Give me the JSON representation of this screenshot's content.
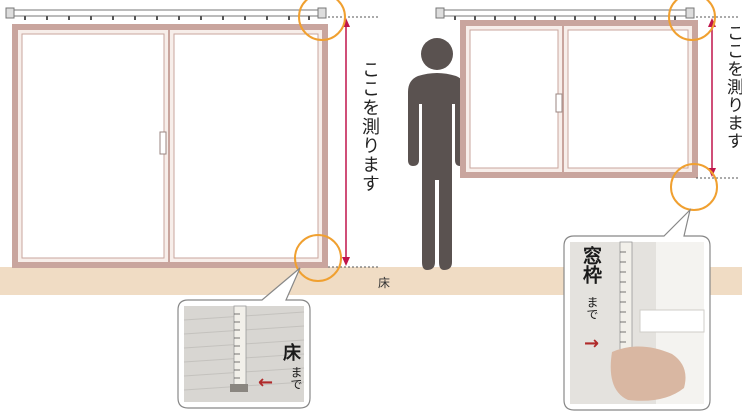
{
  "labels": {
    "measure_here_left": "ここを測ります",
    "measure_here_right": "ここを測ります",
    "floor": "床"
  },
  "callout_floor": {
    "title": "床",
    "suffix": "まで",
    "arrow": "←"
  },
  "callout_window": {
    "title": "窓枠",
    "suffix": "まで",
    "arrow": "→"
  },
  "colors": {
    "frame": "#c9a59e",
    "frame_inner": "#f7eeea",
    "floor": "#f0dcc4",
    "circle": "#f0a030",
    "measure_line": "#c0154b",
    "person": "#5a5250"
  }
}
